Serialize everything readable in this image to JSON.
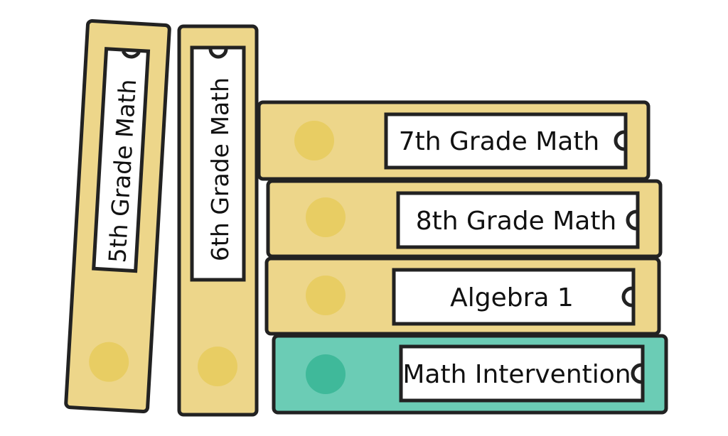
{
  "colors": {
    "yellow_binder": "#EDD68A",
    "yellow_spot": "#E8CD63",
    "teal_binder": "#6BCCB5",
    "teal_spot": "#3FB99A",
    "outline": "#222222",
    "label_bg": "#FFFFFF"
  },
  "binders": [
    {
      "label": "5th Grade Math",
      "orientation": "vertical",
      "color": "yellow"
    },
    {
      "label": "6th Grade Math",
      "orientation": "vertical",
      "color": "yellow"
    },
    {
      "label": "7th Grade Math",
      "orientation": "horizontal",
      "color": "yellow"
    },
    {
      "label": "8th Grade Math",
      "orientation": "horizontal",
      "color": "yellow"
    },
    {
      "label": "Algebra 1",
      "orientation": "horizontal",
      "color": "yellow"
    },
    {
      "label": "Math Intervention",
      "orientation": "horizontal",
      "color": "teal"
    }
  ]
}
